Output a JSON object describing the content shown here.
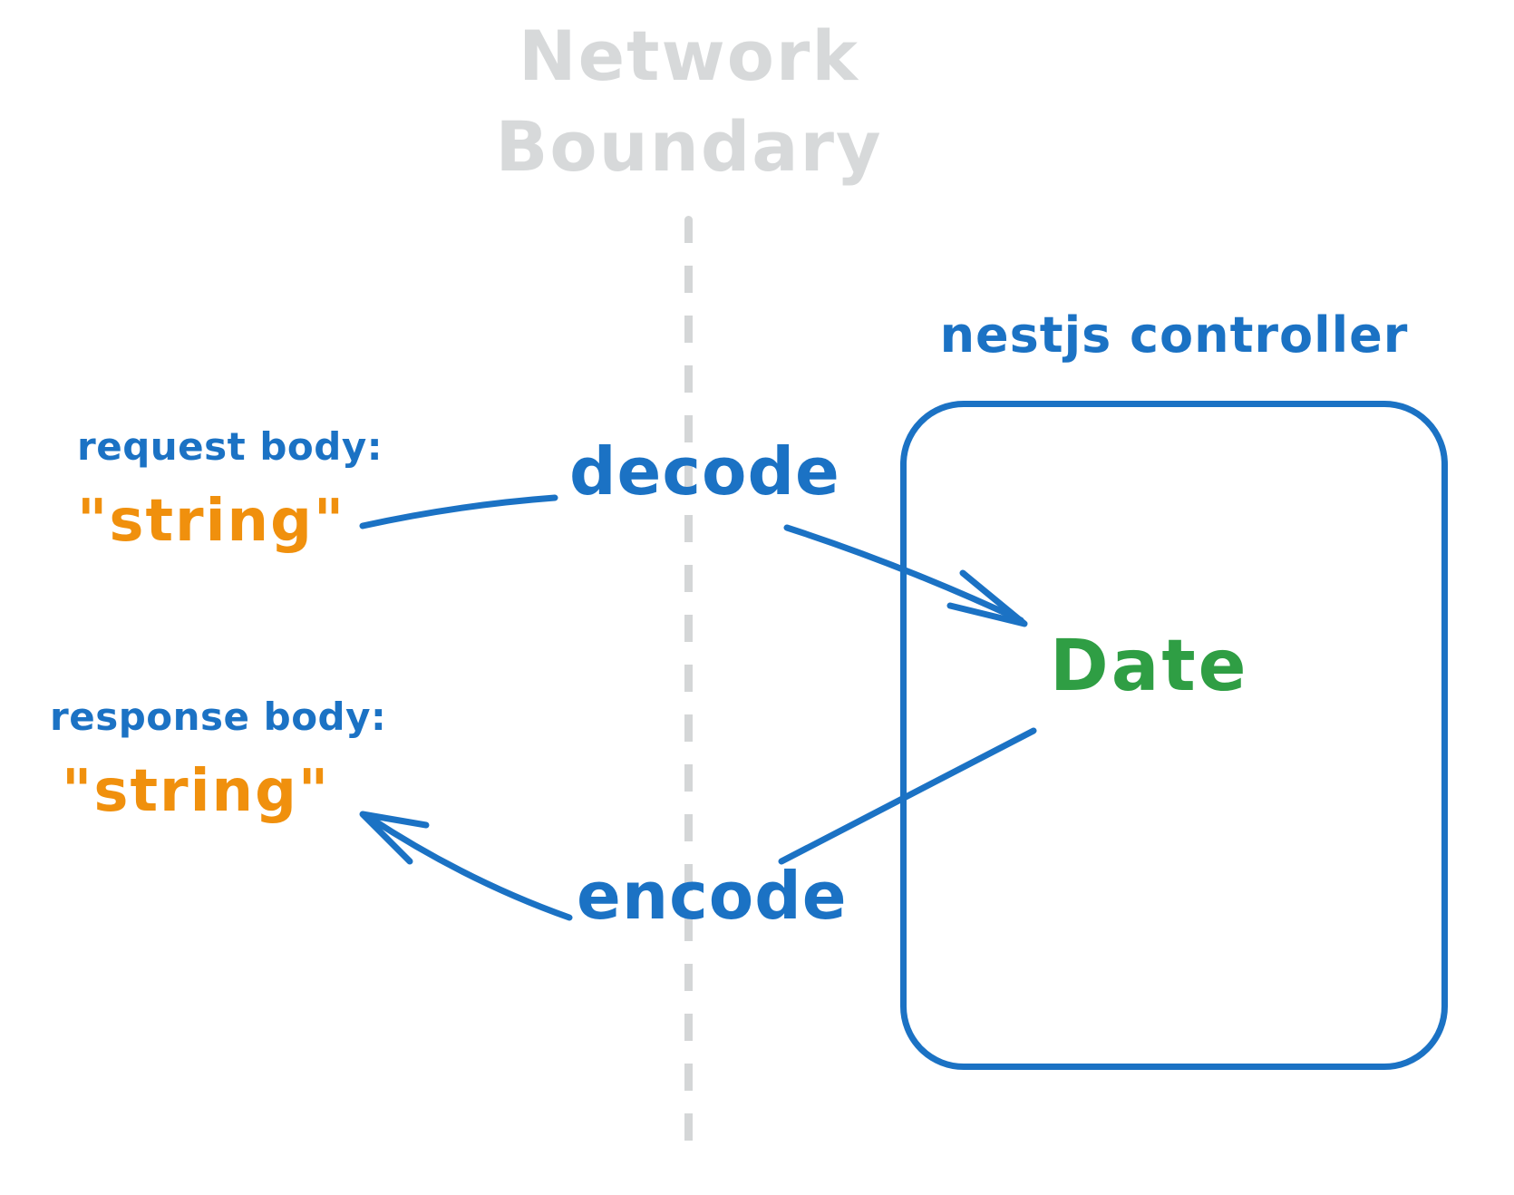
{
  "colors": {
    "blue": "#1b72c4",
    "orange": "#f0900d",
    "green": "#2f9e44",
    "gray-text": "#d7d9da",
    "gray-dash": "#d4d6d7",
    "bg": "#ffffff"
  },
  "diagram": {
    "network_boundary": {
      "line1": "Network",
      "line2": "Boundary"
    },
    "request": {
      "label": "request body:",
      "value": "\"string\""
    },
    "response": {
      "label": "response body:",
      "value": "\"string\""
    },
    "decode_label": "decode",
    "encode_label": "encode",
    "controller": {
      "title": "nestjs controller",
      "content": "Date"
    }
  }
}
